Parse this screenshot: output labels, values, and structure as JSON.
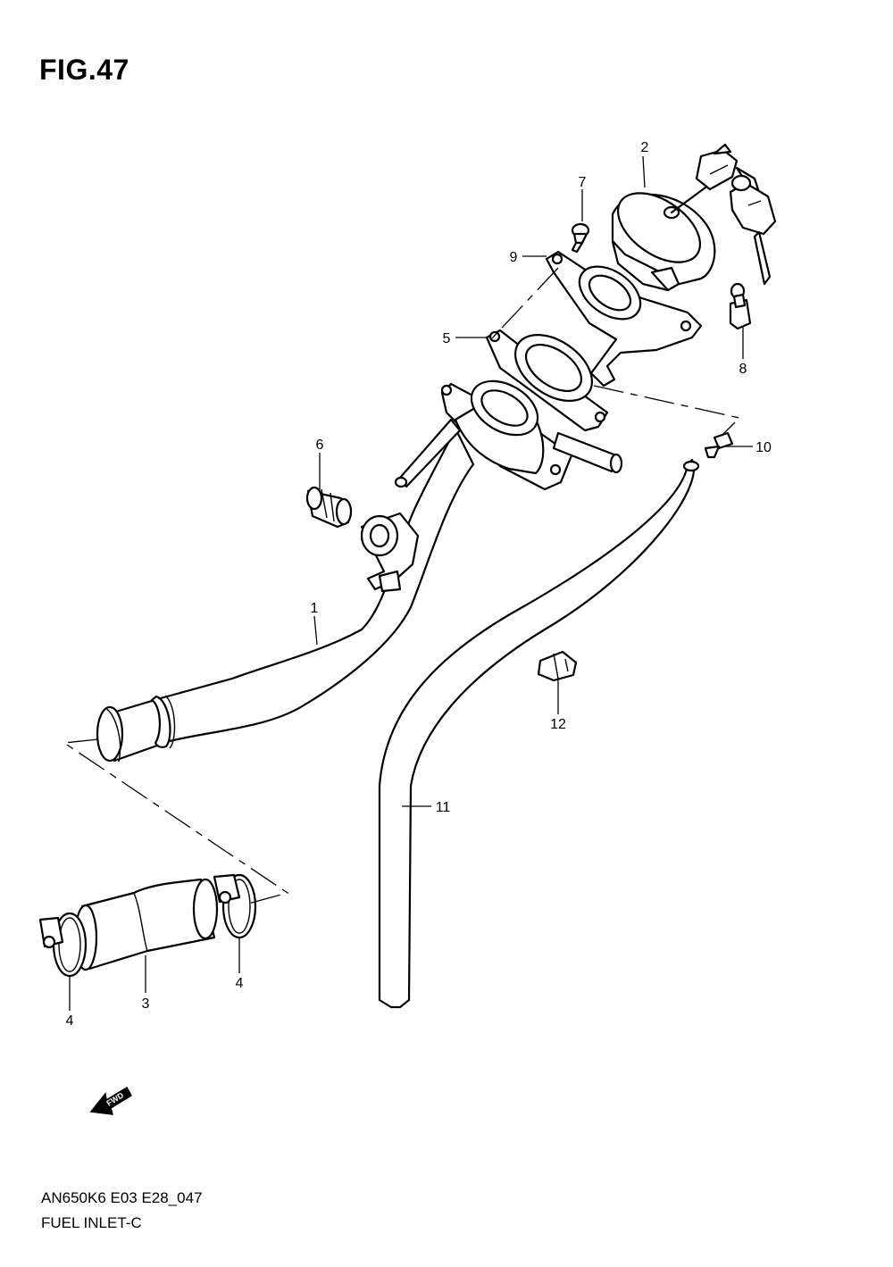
{
  "figure": {
    "title": "FIG.47"
  },
  "footer": {
    "code": "AN650K6 E03 E28_047",
    "name": "FUEL INLET-C"
  },
  "fwd_arrow_text": "FWD",
  "callouts": [
    "1",
    "2",
    "3",
    "4",
    "4",
    "5",
    "6",
    "7",
    "8",
    "9",
    "10",
    "11",
    "12"
  ]
}
